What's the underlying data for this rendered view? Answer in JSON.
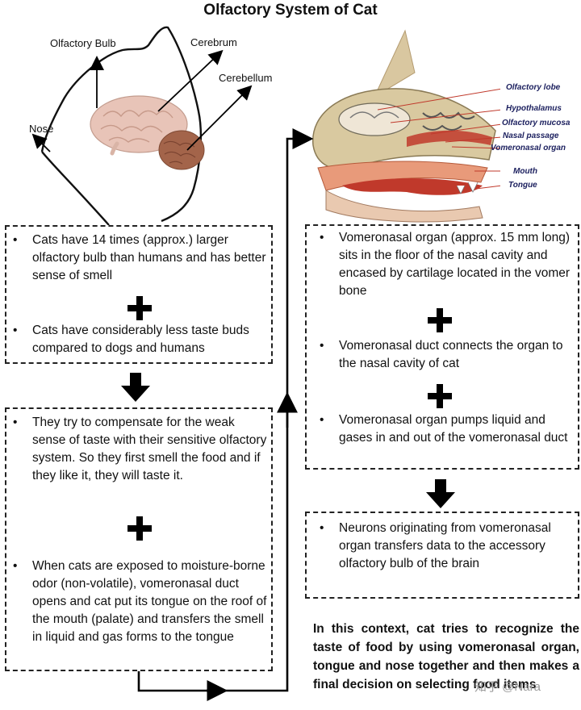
{
  "title": "Olfactory System of Cat",
  "left_labels": {
    "olfactory_bulb": "Olfactory Bulb",
    "cerebrum": "Cerebrum",
    "cerebellum": "Cerebellum",
    "nose": "Nose"
  },
  "anatomy_labels": {
    "olfactory_lobe": "Olfactory lobe",
    "hypothalamus": "Hypothalamus",
    "olfactory_mucosa": "Olfactory mucosa",
    "nasal_passage": "Nasal passage",
    "vomeronasal_organ": "Vomeronasal organ",
    "mouth": "Mouth",
    "tongue": "Tongue"
  },
  "box1": {
    "bullet1": "Cats have 14 times (approx.) larger olfactory bulb than humans and has better sense of smell",
    "bullet2": "Cats have considerably less taste buds compared to dogs and humans"
  },
  "box2": {
    "bullet1": "They try to compensate for the weak sense of taste with their sensitive olfactory system. So they first smell the food and if they like it, they will taste it.",
    "bullet2": "When cats are exposed to moisture-borne odor (non-volatile), vomeronasal duct opens and cat put its tongue on the roof of the mouth (palate) and transfers the smell in liquid and gas forms to the tongue"
  },
  "box3": {
    "bullet1": "Vomeronasal organ (approx. 15 mm long) sits in the floor of the nasal cavity and encased by cartilage located in the vomer bone",
    "bullet2": "Vomeronasal duct connects the organ to the nasal cavity of cat",
    "bullet3": "Vomeronasal organ pumps liquid and gases in and out of the vomeronasal duct"
  },
  "box4": {
    "bullet1": "Neurons originating from vomeronasal organ transfers data to the accessory olfactory bulb of the brain"
  },
  "conclusion": "In this context, cat tries to recognize the taste of food by using vomeronasal organ, tongue and nose together and then makes a final decision on selecting food items",
  "watermark": "知乎 @Nara",
  "bullet_char": "•",
  "colors": {
    "brain": "#e6c3b8",
    "cerebellum": "#a0624a",
    "skull": "#d8c89a",
    "tissue": "#c0392b",
    "label_line": "#c0392b",
    "label_text": "#1b1f5e"
  }
}
